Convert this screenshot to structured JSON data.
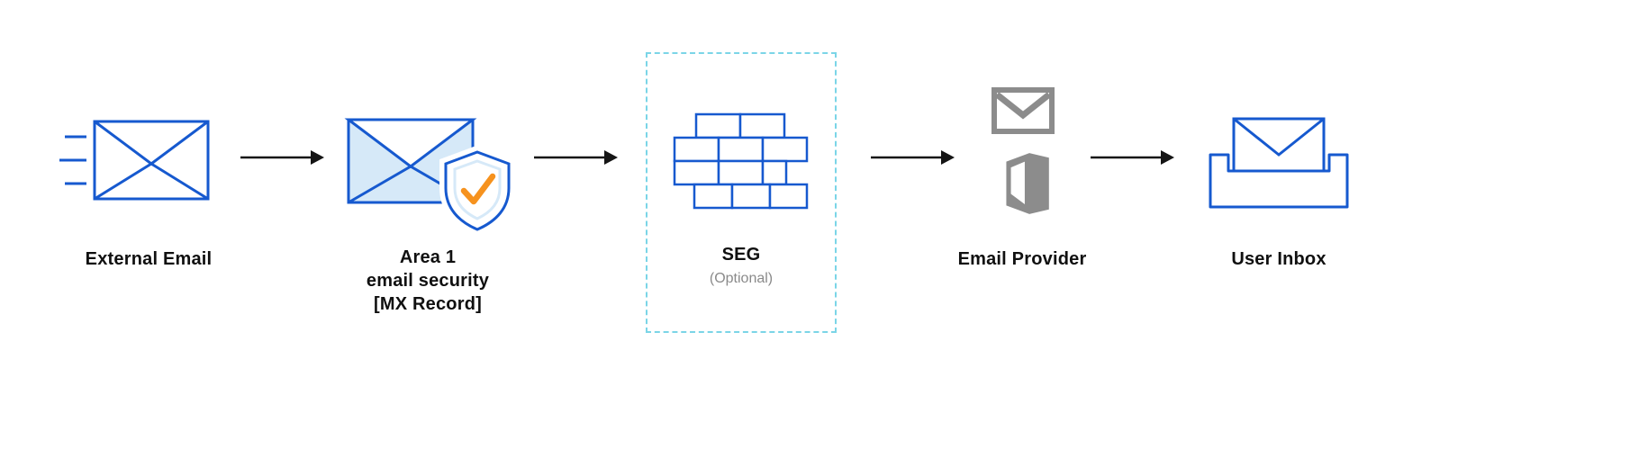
{
  "colors": {
    "blue": "#1659CF",
    "light_blue": "#D6E9F8",
    "cyan": "#7BD5E7",
    "orange": "#F6921E",
    "gray": "#8C8C8C",
    "text": "#101010",
    "muted": "#8A8A8A",
    "arrow": "#151515",
    "background": "#FFFFFF"
  },
  "nodes": {
    "external_email": {
      "label": "External Email"
    },
    "area1": {
      "lines": [
        "Area 1",
        "email security",
        "[MX Record]"
      ]
    },
    "seg": {
      "label": "SEG",
      "sublabel": "(Optional)"
    },
    "email_provider": {
      "label": "Email Provider"
    },
    "user_inbox": {
      "label": "User Inbox"
    }
  },
  "icons": {
    "external_email": "envelope-with-motion-lines",
    "area1": "envelope-with-shield-check",
    "seg": "brick-wall-firewall",
    "email_provider": [
      "gmail-envelope",
      "office-logo"
    ],
    "user_inbox": "envelope-in-tray"
  },
  "flow": {
    "arrow_count": 4,
    "direction": "left-to-right"
  }
}
